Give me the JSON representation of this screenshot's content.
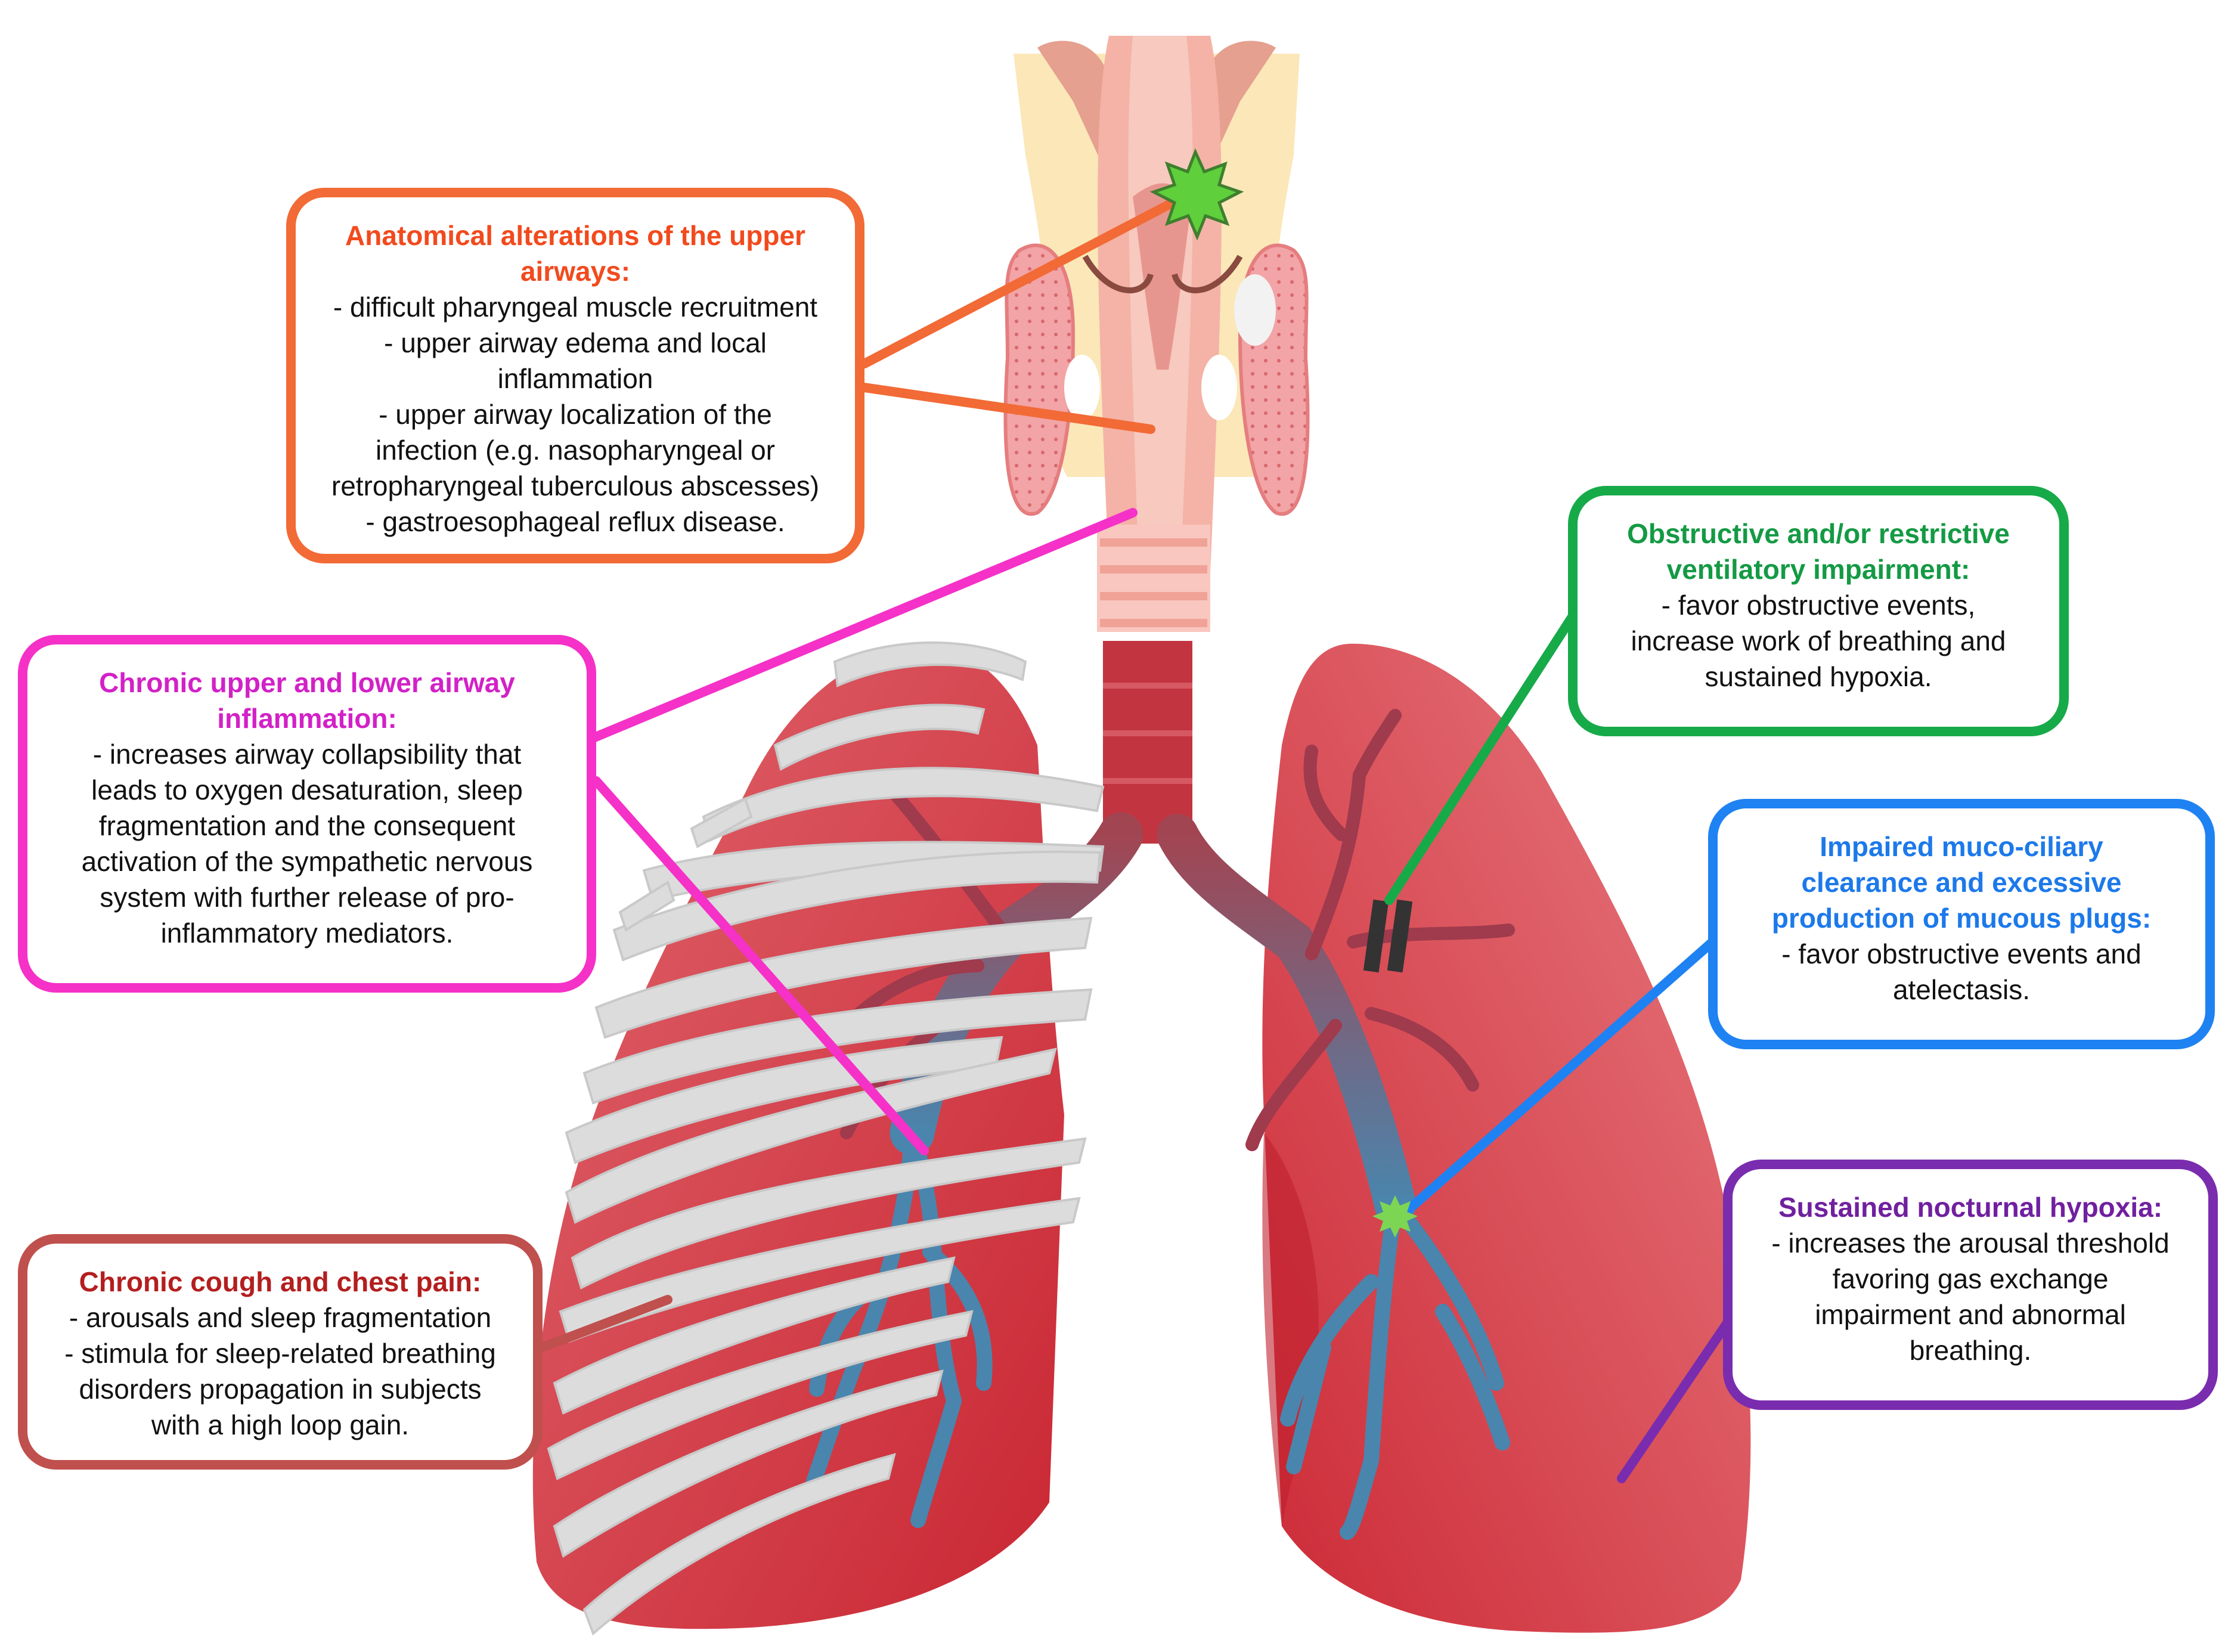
{
  "colors": {
    "anatomical": "#f26a36",
    "inflammation": "#f531c8",
    "ventilatory": "#17aa49",
    "mucociliary": "#1f82f2",
    "hypoxia": "#7a2cae",
    "cough": "#c0504d",
    "lung": "#d8424d",
    "bronchi": "#4a8db0",
    "rib": "#dadada"
  },
  "callouts": {
    "anatomical": {
      "title": [
        "Anatomical alterations of the upper",
        "airways:"
      ],
      "lines": [
        "- difficult pharyngeal muscle recruitment",
        "- upper airway edema and local",
        "inflammation",
        "- upper airway localization of the",
        "infection (e.g. nasopharyngeal or",
        "retropharyngeal tuberculous abscesses)",
        "- gastroesophageal reflux disease."
      ]
    },
    "inflammation": {
      "title": [
        "Chronic upper and lower airway",
        "inflammation:"
      ],
      "lines": [
        "- increases airway collapsibility that",
        "leads to oxygen desaturation, sleep",
        "fragmentation and the consequent",
        "activation of the sympathetic nervous",
        "system with further release of pro-",
        "inflammatory mediators."
      ]
    },
    "ventilatory": {
      "title": [
        "Obstructive and/or restrictive",
        "ventilatory impairment:"
      ],
      "lines": [
        "- favor obstructive events,",
        "increase work of breathing and",
        "sustained hypoxia."
      ]
    },
    "mucociliary": {
      "title": [
        "Impaired muco-ciliary",
        "clearance and excessive",
        "production of mucous plugs:"
      ],
      "lines": [
        "- favor obstructive events and",
        "atelectasis."
      ]
    },
    "hypoxia": {
      "title": [
        "Sustained nocturnal hypoxia:"
      ],
      "lines": [
        "- increases the arousal threshold",
        "favoring gas exchange",
        "impairment and abnormal",
        "breathing."
      ]
    },
    "cough": {
      "title": [
        "Chronic cough and chest pain:"
      ],
      "lines": [
        "- arousals and sleep fragmentation",
        "- stimula for sleep-related breathing",
        "disorders propagation in subjects",
        "with a high loop gain."
      ]
    }
  }
}
